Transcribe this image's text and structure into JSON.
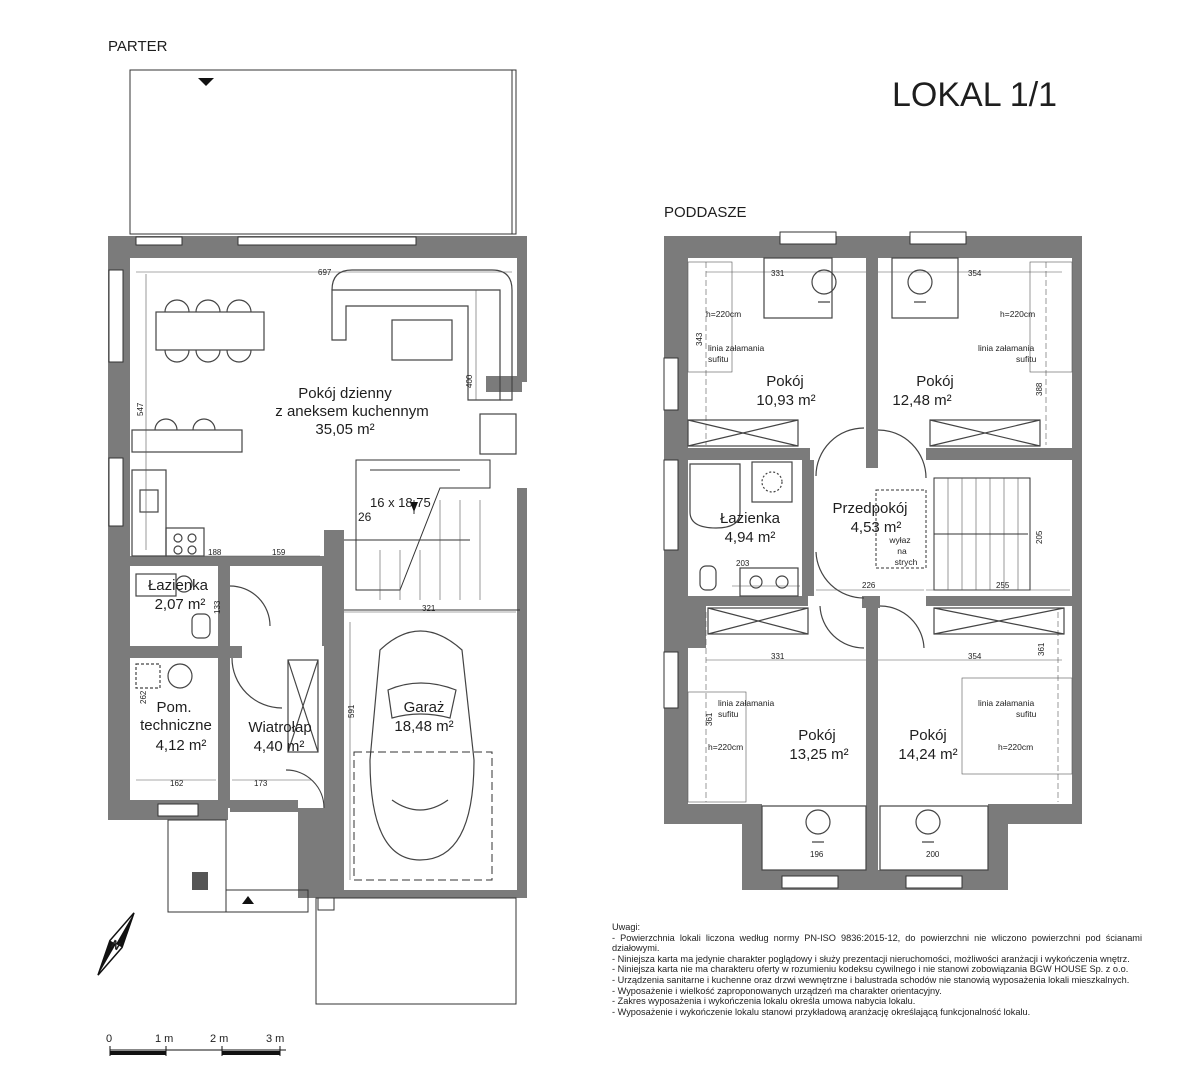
{
  "sheet": {
    "title": "LOKAL 1/1",
    "parter_label": "PARTER",
    "poddasze_label": "PODDASZE"
  },
  "parter": {
    "rooms": [
      {
        "key": "living",
        "name_line1": "Pokój dzienny",
        "name_line2": "z aneksem kuchennym",
        "area": "35,05 m²"
      },
      {
        "key": "bath",
        "name": "Łazienka",
        "area": "2,07 m²"
      },
      {
        "key": "tech",
        "name_line1": "Pom.",
        "name_line2": "techniczne",
        "area": "4,12 m²"
      },
      {
        "key": "wiatrolap",
        "name": "Wiatrołap",
        "area": "4,40 m²"
      },
      {
        "key": "garage",
        "name": "Garaż",
        "area": "18,48 m²"
      }
    ],
    "stairs_label": "16 x 18,75",
    "stairs_depth": "26",
    "dims": {
      "d697": "697",
      "d547": "547",
      "d400": "400",
      "d159": "159",
      "d188": "188",
      "d133": "133",
      "d321": "321",
      "d591": "591",
      "d262": "262",
      "d162": "162",
      "d173": "173"
    }
  },
  "poddasze": {
    "rooms": [
      {
        "key": "room1",
        "name": "Pokój",
        "area": "10,93 m²"
      },
      {
        "key": "room2",
        "name": "Pokój",
        "area": "12,48 m²"
      },
      {
        "key": "hall",
        "name": "Przedpokój",
        "area": "4,53 m²"
      },
      {
        "key": "bath",
        "name": "Łazienka",
        "area": "4,94 m²"
      },
      {
        "key": "room3",
        "name": "Pokój",
        "area": "13,25 m²"
      },
      {
        "key": "room4",
        "name": "Pokój",
        "area": "14,24 m²"
      }
    ],
    "height_label": "h=220cm",
    "fold_line1": "linia załamania",
    "fold_line2": "sufitu",
    "attic_exit": [
      "wyłaz",
      "na",
      "strych"
    ],
    "dims": {
      "d331a": "331",
      "d354a": "354",
      "d343": "343",
      "d388": "388",
      "d205": "205",
      "d203": "203",
      "d226": "226",
      "d255": "255",
      "d331b": "331",
      "d354b": "354",
      "d361a": "361",
      "d361b": "361",
      "d196": "196",
      "d200": "200"
    }
  },
  "scale": {
    "t0": "0",
    "t1": "1 m",
    "t2": "2 m",
    "t3": "3 m"
  },
  "compass": {
    "letter": "N"
  },
  "notes": {
    "heading": "Uwagi:",
    "lines": [
      "- Powierzchnia lokali liczona według normy PN-ISO 9836:2015-12, do powierzchni nie wliczono powierzchni pod ścianami działowymi.",
      "- Niniejsza karta ma jedynie charakter poglądowy i służy prezentacji nieruchomości, możliwości aranżacji i wykończenia wnętrz.",
      "- Niniejsza karta nie ma charakteru oferty w rozumieniu kodeksu cywilnego i nie stanowi zobowiązania BGW HOUSE Sp. z o.o.",
      "- Urządzenia sanitarne i kuchenne oraz drzwi wewnętrzne i balustrada schodów nie stanowią wyposażenia lokali mieszkalnych.",
      "- Wyposażenie i wielkość zaproponowanych urządzeń ma charakter orientacyjny.",
      "- Zakres wyposażenia i wykończenia lokalu określa umowa nabycia lokalu.",
      "- Wyposażenie i wykończenie lokalu stanowi przykładową aranżację określającą funkcjonalność lokalu."
    ]
  }
}
